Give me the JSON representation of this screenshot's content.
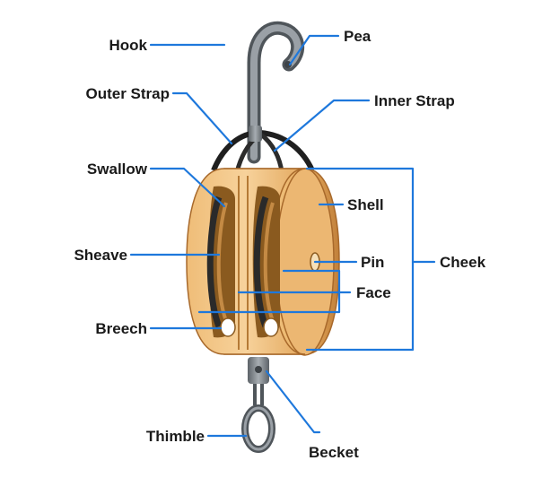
{
  "labels": {
    "hook": "Hook",
    "pea": "Pea",
    "outer_strap": "Outer Strap",
    "inner_strap": "Inner Strap",
    "swallow": "Swallow",
    "shell": "Shell",
    "sheave": "Sheave",
    "pin": "Pin",
    "cheek": "Cheek",
    "face": "Face",
    "breech": "Breech",
    "thimble": "Thimble",
    "becket": "Becket"
  },
  "colors": {
    "leader": "#1e78dc",
    "wood_light": "#f2c483",
    "wood_mid": "#e0a150",
    "wood_dark": "#b8742c",
    "metal": "#8a9096",
    "metal_dark": "#4c5257",
    "strap": "#1f1f1f"
  }
}
